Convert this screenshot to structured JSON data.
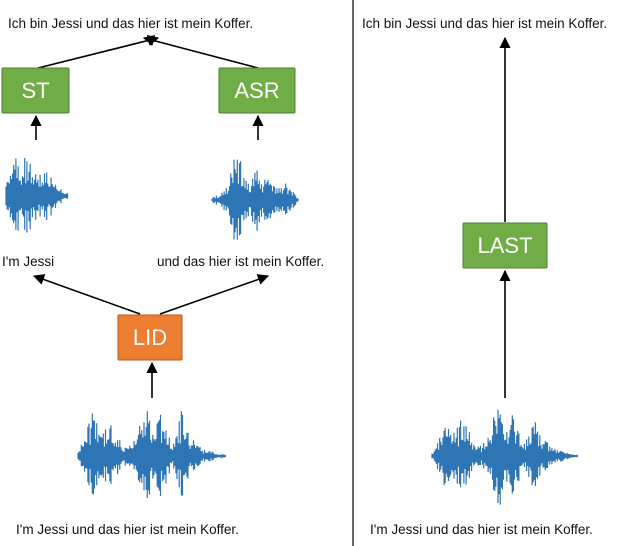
{
  "left": {
    "top_text": "Ich bin Jessi und das hier ist mein Koffer.",
    "boxes": {
      "st": "ST",
      "asr": "ASR",
      "lid": "LID"
    },
    "segment_left": "I'm Jessi",
    "segment_right": "und das hier ist mein Koffer.",
    "bottom_text": "I'm Jessi und das hier ist mein Koffer."
  },
  "right": {
    "top_text": "Ich bin Jessi und das hier ist mein Koffer.",
    "box": "LAST",
    "bottom_text": "I'm Jessi und das hier ist mein Koffer."
  },
  "colors": {
    "green_box": "#70ad47",
    "green_border": "#4f7f32",
    "orange_box": "#ed7d31",
    "orange_border": "#b9581b",
    "waveform": "#2e75b6",
    "arrow": "#000000"
  }
}
